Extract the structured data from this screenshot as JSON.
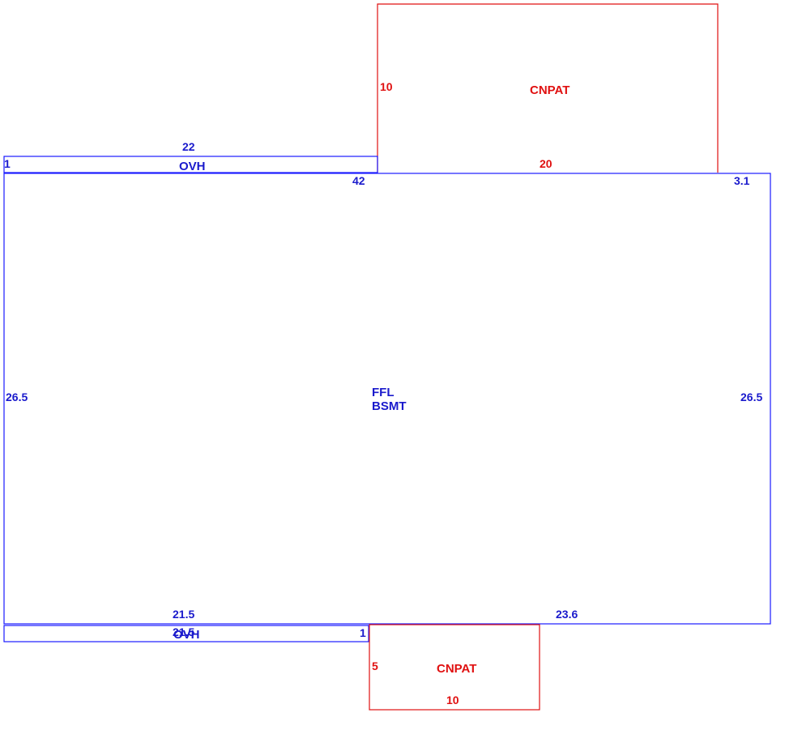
{
  "colors": {
    "structure": "#1a1aff",
    "structure_text": "#1a1acc",
    "patio": "#e01010"
  },
  "main_area": {
    "labels": [
      "FFL",
      "BSMT"
    ],
    "dim_top": "42",
    "dim_left": "26.5",
    "dim_right": "26.5",
    "dim_top_right": "3.1",
    "dim_bottom_left": "21.5",
    "dim_bottom_right": "23.6"
  },
  "overhang_top": {
    "label": "OVH",
    "dim_length": "22",
    "dim_depth": "1"
  },
  "overhang_bottom": {
    "label": "OVH",
    "dim_length": "21.5",
    "dim_depth": "1"
  },
  "patio_top": {
    "label": "CNPAT",
    "dim_length": "20",
    "dim_depth": "10"
  },
  "patio_bottom": {
    "label": "CNPAT",
    "dim_length": "10",
    "dim_depth": "5"
  }
}
